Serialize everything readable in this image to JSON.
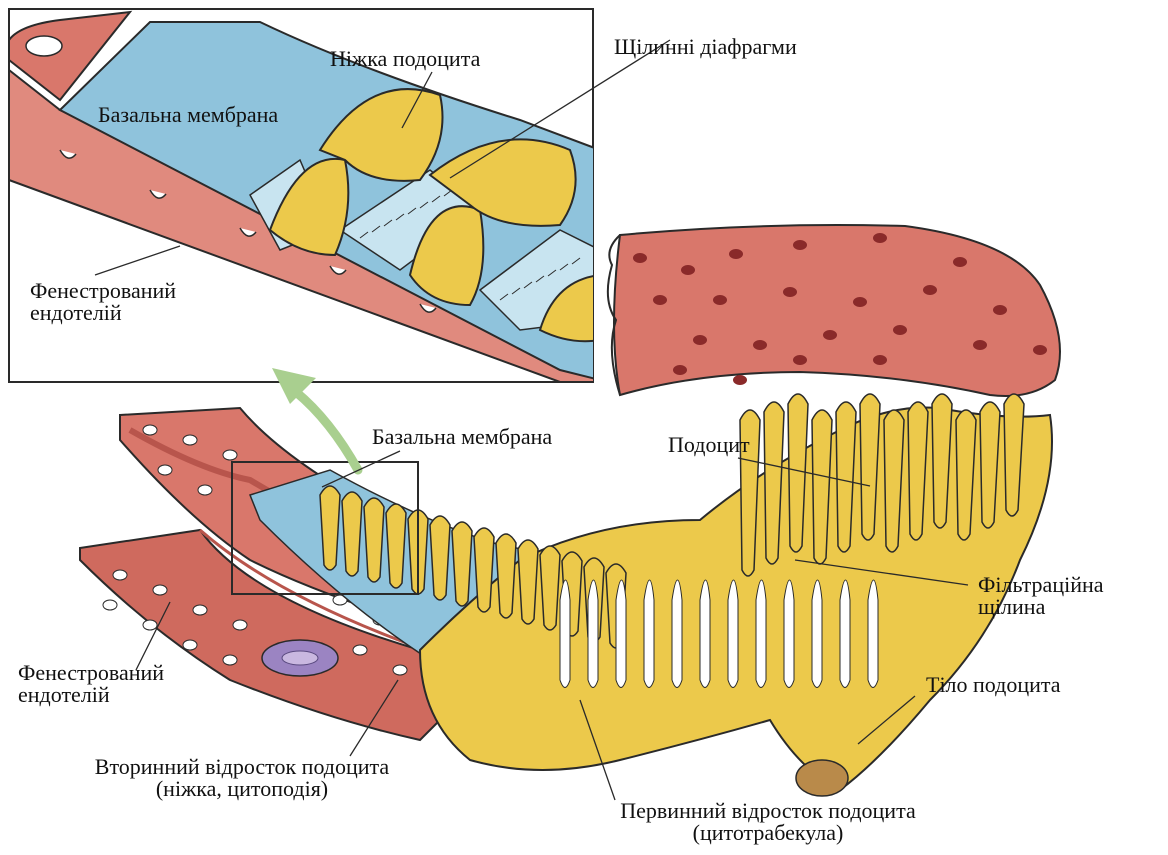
{
  "diagram": {
    "inset_labels": {
      "podocyte_foot": "Ніжка подоцита",
      "slit_diaphragms": "Щілинні діафрагми",
      "basement_membrane": "Базальна мембрана",
      "fenestrated_endothelium_line1": "Фенестрований",
      "fenestrated_endothelium_line2": "ендотелій"
    },
    "main_labels": {
      "basement_membrane": "Базальна мембрана",
      "podocyte": "Подоцит",
      "filtration_slit_line1": "Фільтраційна",
      "filtration_slit_line2": "щілина",
      "podocyte_body": "Тіло подоцита",
      "fenestrated_endothelium_line1": "Фенестрований",
      "fenestrated_endothelium_line2": "ендотелій",
      "secondary_process_line1": "Вторинний відросток подоцита",
      "secondary_process_line2": "(ніжка, цитоподія)",
      "primary_process_line1": "Первинний відросток подоцита",
      "primary_process_line2": "(цитотрабекула)"
    },
    "colors": {
      "endothelium": "#d9776b",
      "endothelium_dark": "#b8554c",
      "membrane": "#8fc3dc",
      "membrane_light": "#c8e4f0",
      "podocyte": "#ecc94b",
      "podocyte_dark": "#c9a22c",
      "arrow": "#a9cf8f",
      "nucleus": "#9b84c2",
      "outline": "#2a2a2a"
    }
  }
}
